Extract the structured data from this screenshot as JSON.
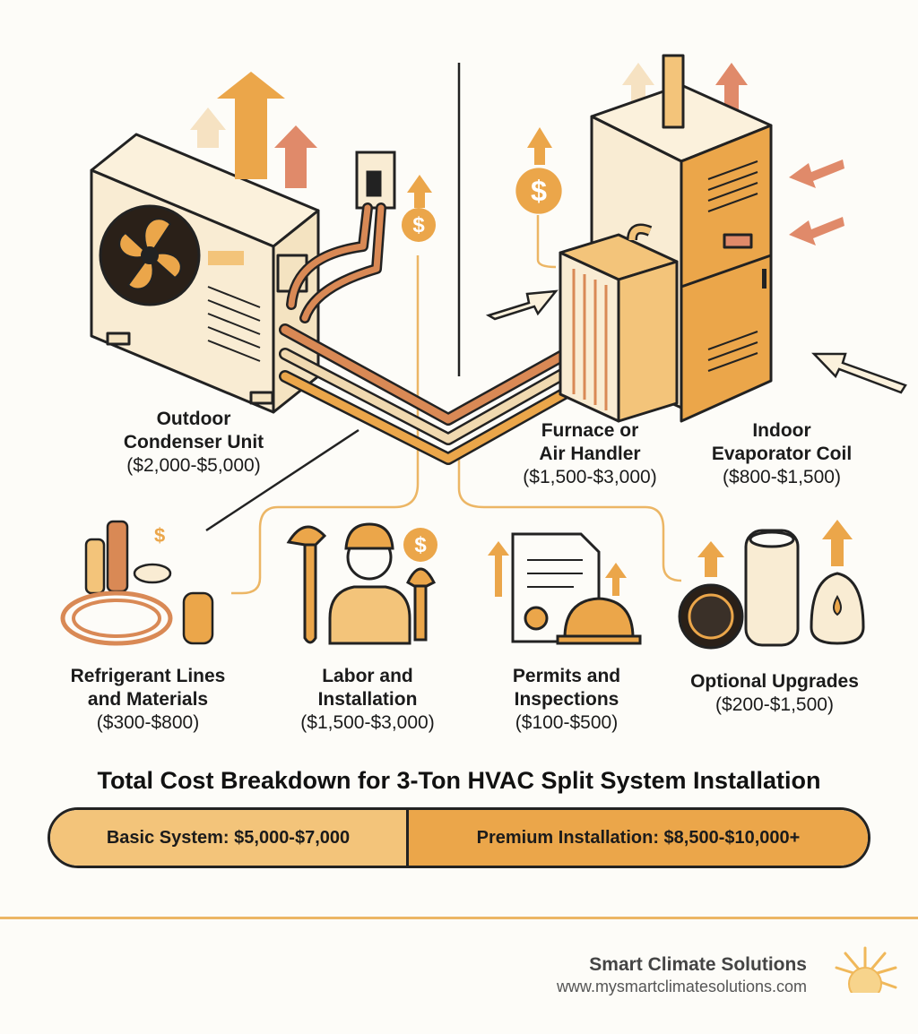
{
  "components": {
    "outdoor_condenser": {
      "name_line1": "Outdoor",
      "name_line2": "Condenser Unit",
      "price": "($2,000-$5,000)"
    },
    "furnace": {
      "name_line1": "Furnace or",
      "name_line2": "Air Handler",
      "price": "($1,500-$3,000)"
    },
    "evaporator": {
      "name_line1": "Indoor",
      "name_line2": "Evaporator Coil",
      "price": "($800-$1,500)"
    },
    "refrigerant": {
      "name_line1": "Refrigerant Lines",
      "name_line2": "and Materials",
      "price": "($300-$800)"
    },
    "labor": {
      "name_line1": "Labor and",
      "name_line2": "Installation",
      "price": "($1,500-$3,000)"
    },
    "permits": {
      "name_line1": "Permits and",
      "name_line2": "Inspections",
      "price": "($100-$500)"
    },
    "upgrades": {
      "name_line1": "Optional Upgrades",
      "price": "($200-$1,500)"
    }
  },
  "summary": {
    "title": "Total Cost Breakdown for 3-Ton HVAC Split System Installation",
    "basic": "Basic System: $5,000-$7,000",
    "premium": "Premium Installation: $8,500-$10,000+"
  },
  "brand": {
    "name": "Smart Climate Solutions",
    "url": "www.mysmartclimatesolutions.com"
  },
  "colors": {
    "orange": "#eba64a",
    "light_orange": "#f3c47a",
    "copper": "#d98955",
    "cream": "#f9ecd3",
    "outline": "#222222"
  },
  "icons": [
    "fan-icon",
    "dollar-icon",
    "wrench-icon",
    "worker-icon",
    "document-icon",
    "hard-hat-icon",
    "thermostat-icon",
    "air-purifier-icon",
    "humidifier-icon",
    "sun-icon"
  ]
}
